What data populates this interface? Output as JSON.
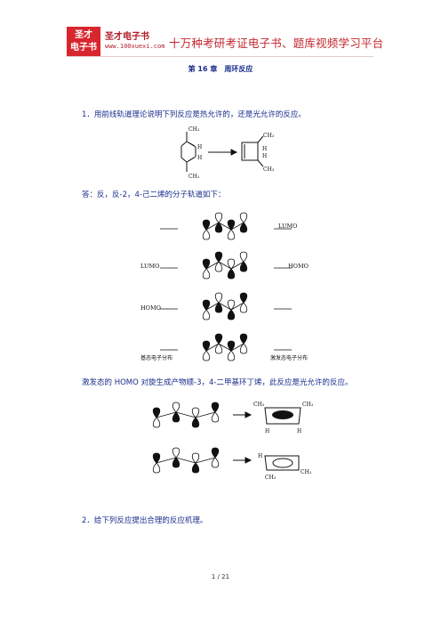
{
  "header": {
    "logo_line1": "圣才",
    "logo_line2": "电子书",
    "logo_brand": "圣才电子书",
    "logo_url": "www.100xuexi.com",
    "title": "十万种考研考证电子书、题库视频学习平台"
  },
  "chapter_title": "第 16 章　周环反应",
  "questions": {
    "q1": "1．用前线轨道理论说明下列反应是热允许的，还是光允许的反应。",
    "ans1": "答：反，反-2，4-己二烯的分子轨道如下：",
    "photo_note": "激发态的 HOMO 对旋生成产物顺-3，4-二甲基环丁烯，此反应是光允许的反应。",
    "q2": "2．给下列反应提出合理的反应机理。"
  },
  "figure1": {
    "ch3": "CH₃",
    "h": "H"
  },
  "figure2": {
    "lumo": "LUMO",
    "homo": "HOMO",
    "ground_state": "基态电子分布",
    "excited_state": "激发态电子分布",
    "ch3": "CH₃",
    "h": "H"
  },
  "footer": {
    "page": "1 / 21"
  },
  "colors": {
    "brand_red": "#d8262e",
    "text_blue": "#1a2d8c"
  }
}
